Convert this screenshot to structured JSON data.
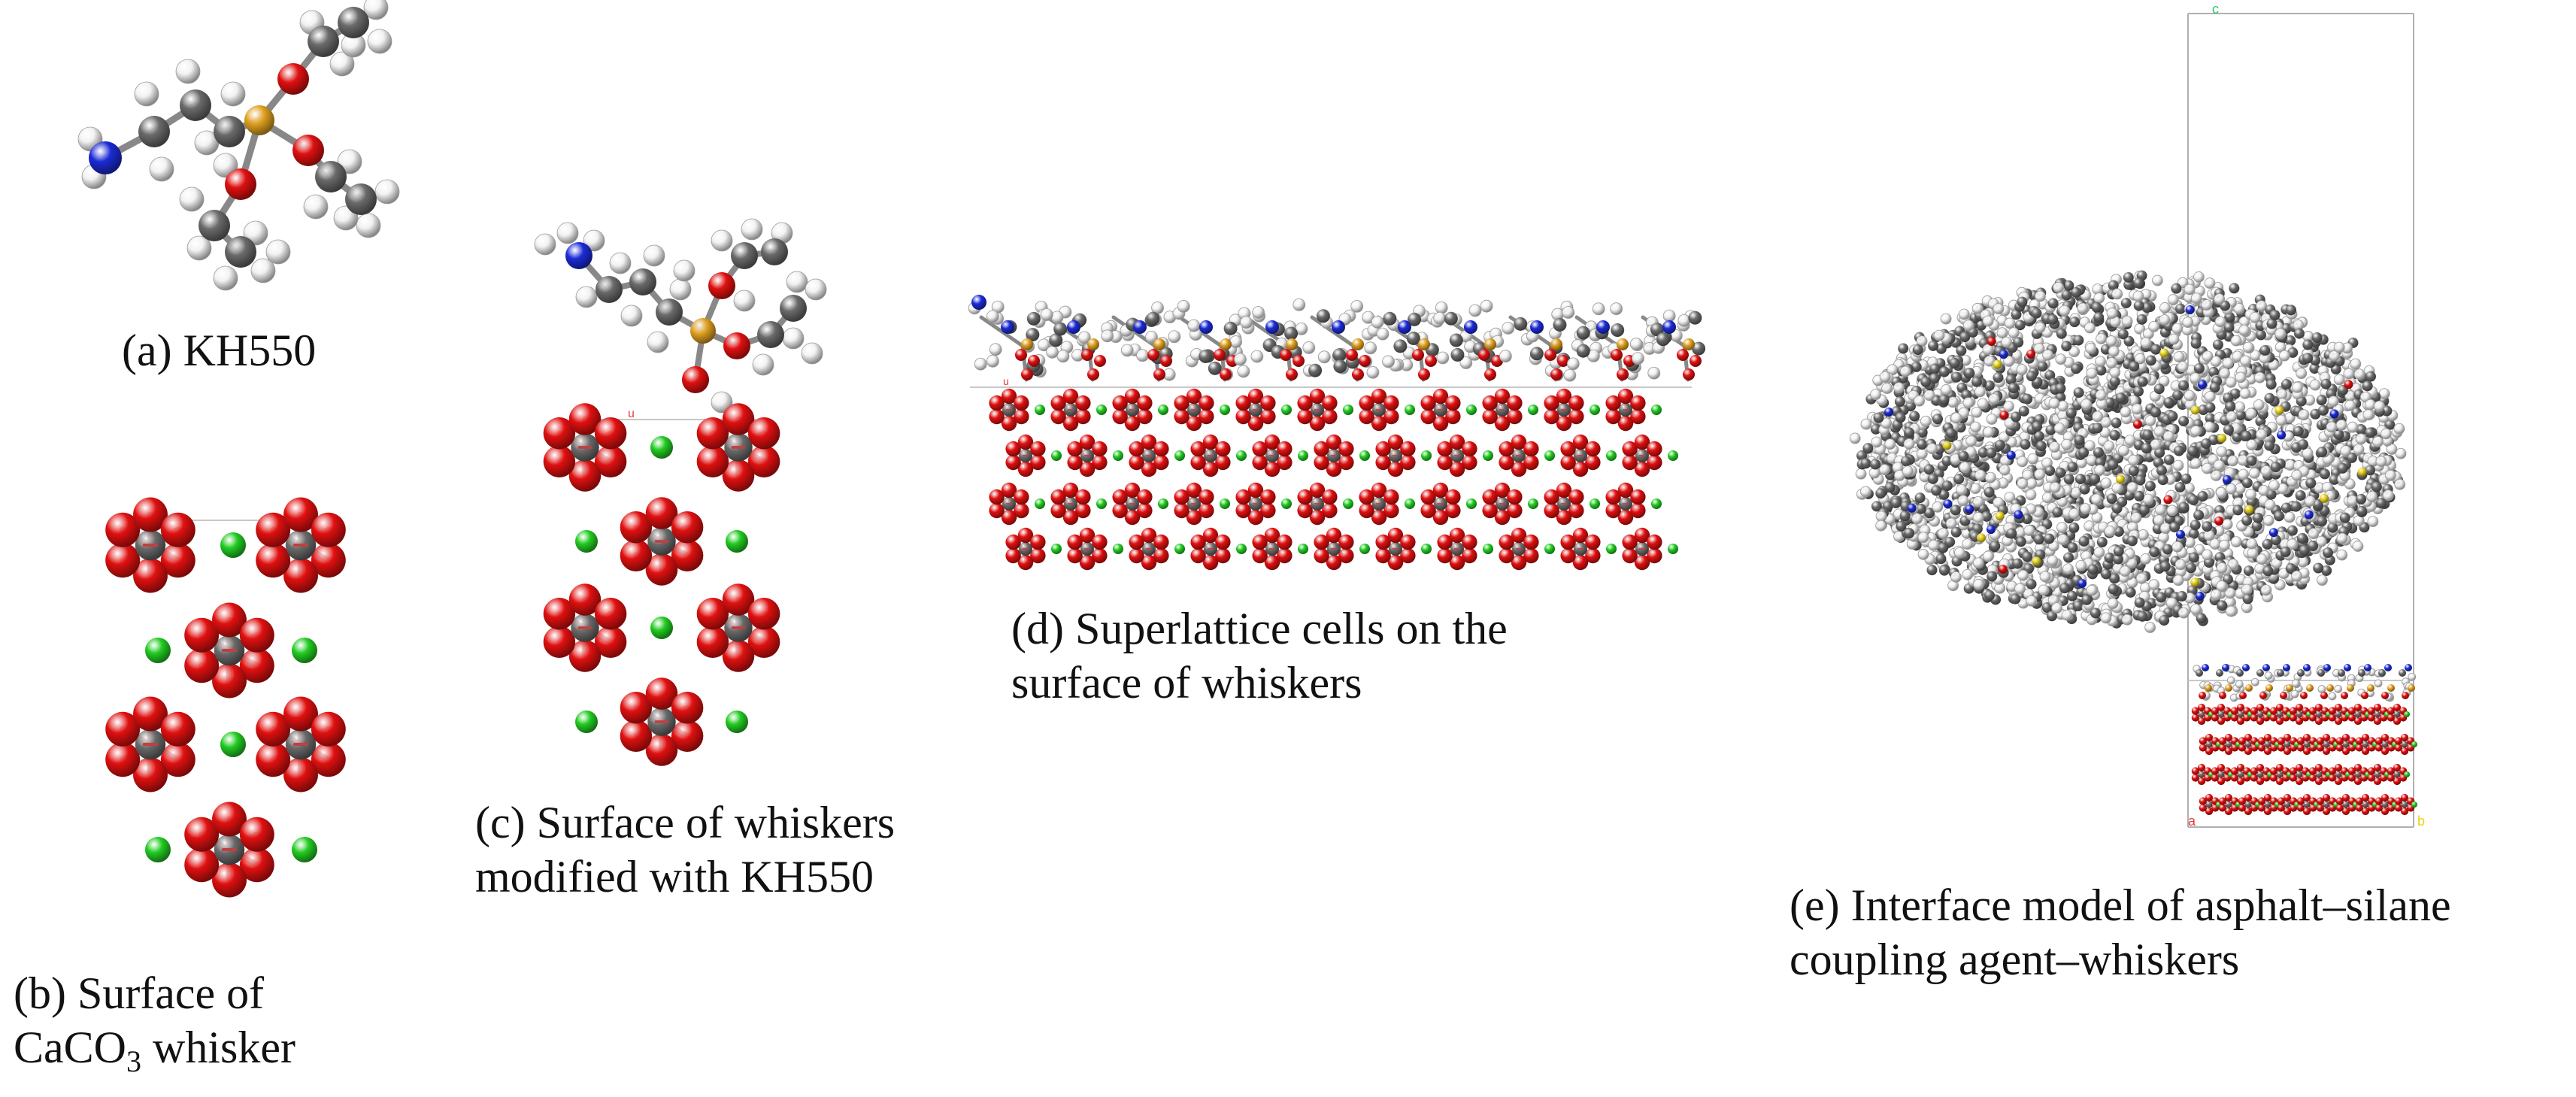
{
  "figure": {
    "a": {
      "caption": "(a) KH550"
    },
    "b": {
      "caption_line1": "(b) Surface of",
      "caption_line2_pre": "CaCO",
      "caption_line2_sub": "3",
      "caption_line2_post": " whisker"
    },
    "c": {
      "caption_line1": "(c) Surface of whiskers",
      "caption_line2": "modified with KH550"
    },
    "d": {
      "caption_line1": "(d) Superlattice cells on the",
      "caption_line2": "surface of whiskers"
    },
    "e": {
      "caption_line1": "(e) Interface model of asphalt–silane",
      "caption_line2": "coupling agent–whiskers",
      "axis_c": "c",
      "axis_a": "a",
      "axis_b": "b"
    }
  },
  "colors": {
    "oxygen": "#e01010",
    "carbon": "#6a6a6a",
    "calcium": "#22cc22",
    "hydrogen": "#f2f2f2",
    "nitrogen": "#1c2bd6",
    "silicon": "#e0a020",
    "sulfur": "#e6d21a",
    "cell_line": "#b0b0b0"
  }
}
